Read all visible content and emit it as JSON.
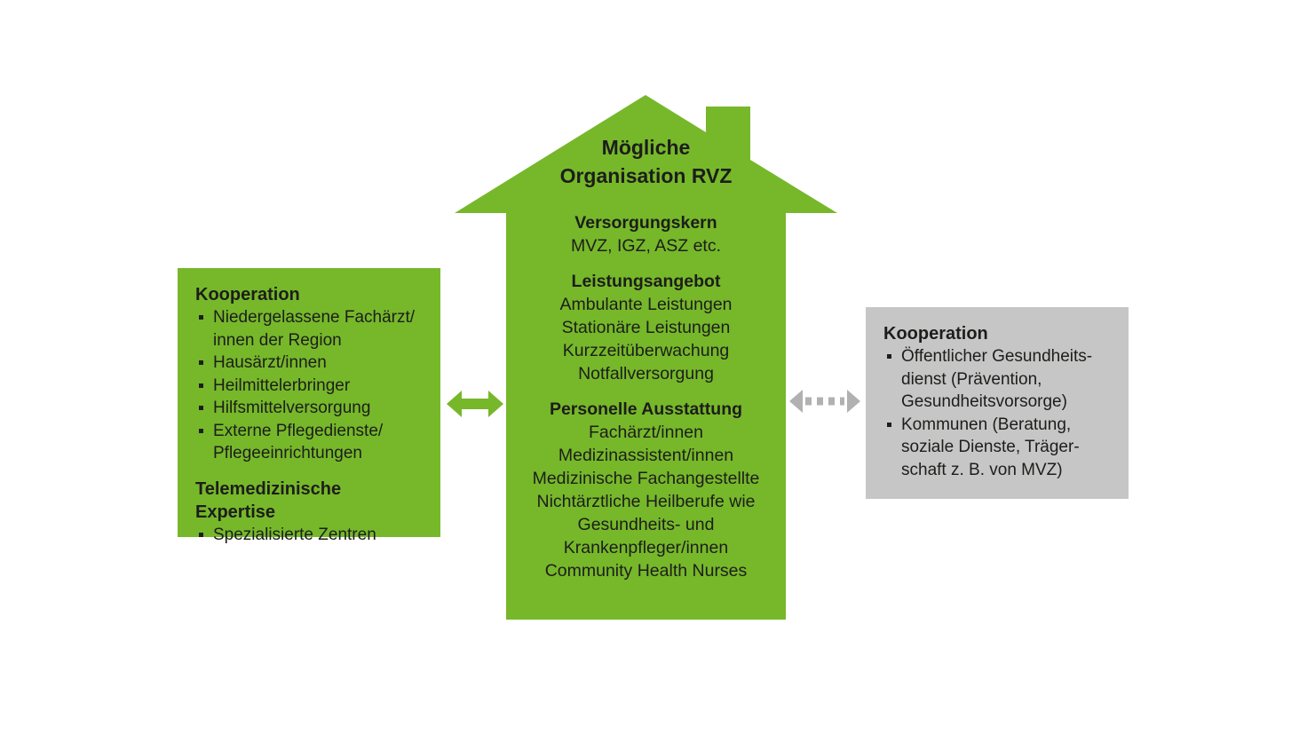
{
  "colors": {
    "green": "#76b82a",
    "gray_box": "#c6c6c6",
    "arrow_gray": "#b1b1b1",
    "text": "#1d1d1b",
    "background": "#ffffff"
  },
  "house": {
    "title": "Mögliche\nOrganisation RVZ",
    "sections": [
      {
        "heading": "Versorgungskern",
        "lines": "MVZ, IGZ, ASZ etc."
      },
      {
        "heading": "Leistungsangebot",
        "lines": "Ambulante Leistungen\nStationäre Leistungen\nKurzzeitüberwachung\nNotfallversorgung"
      },
      {
        "heading": "Personelle Ausstattung",
        "lines": "Fachärzt/innen\nMedizinassistent/innen\nMedizinische Fachangestellte\nNichtärztliche Heilberufe wie\nGesundheits- und\nKrankenpfleger/innen\nCommunity Health Nurses"
      }
    ]
  },
  "left_box": {
    "heading": "Kooperation",
    "items": [
      "Niedergelassene Fachärzt/\ninnen der Region",
      "Hausärzt/innen",
      "Heilmittelerbringer",
      "Hilfsmittelversorgung",
      "Externe Pflegedienste/\nPflegeeinrichtungen"
    ],
    "subheading": "Telemedizinische Expertise",
    "sub_items": [
      "Spezialisierte Zentren"
    ]
  },
  "right_box": {
    "heading": "Kooperation",
    "items": [
      "Öffentlicher Gesundheits-\ndienst (Prävention,\nGesundheitsvorsorge)",
      "Kommunen (Beratung,\nsoziale Dienste, Träger-\nschaft z. B. von MVZ)"
    ]
  }
}
